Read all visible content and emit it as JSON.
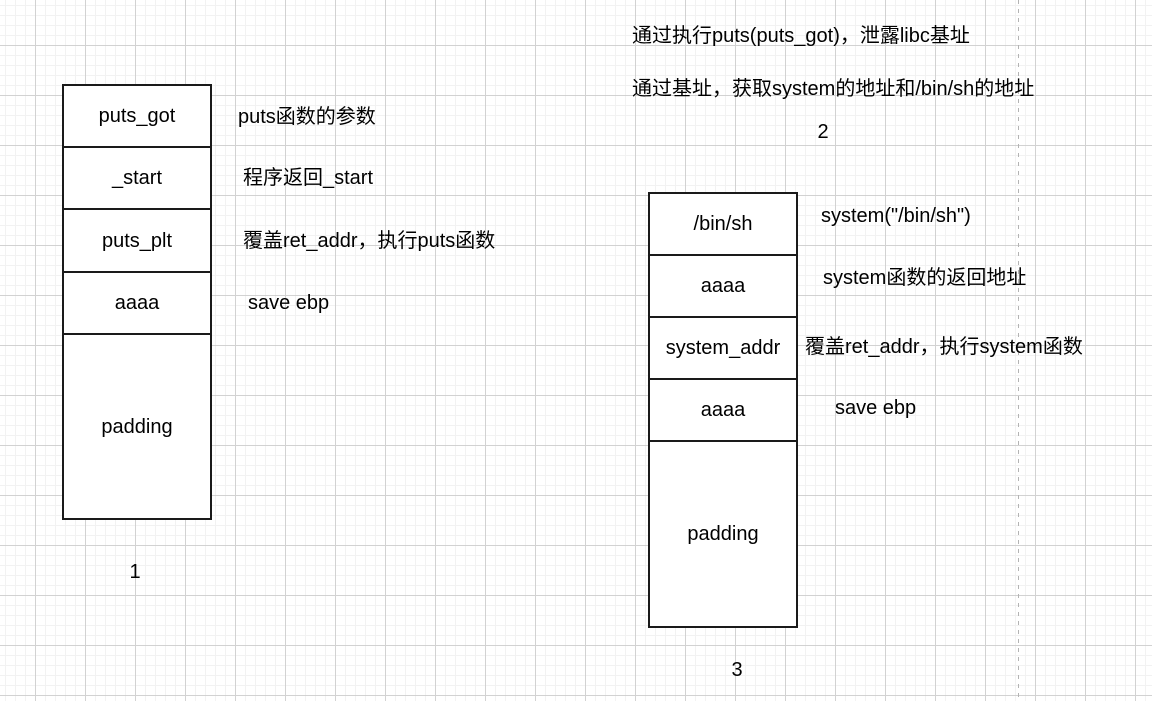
{
  "colors": {
    "background": "#ffffff",
    "grid_minor": "#f2f2f2",
    "grid_major": "#d2d2d2",
    "stroke": "#1a1a1a",
    "page_break": "#b3b3b3",
    "text": "#000000"
  },
  "stack1": {
    "caption": "1",
    "cells": [
      "puts_got",
      "_start",
      "puts_plt",
      "aaaa",
      "padding"
    ],
    "annotations": [
      "puts函数的参数",
      "程序返回_start",
      "覆盖ret_addr，执行puts函数",
      "save ebp"
    ]
  },
  "notes": {
    "caption": "2",
    "line1": "通过执行puts(puts_got)，泄露libc基址",
    "line2": "通过基址，获取system的地址和/bin/sh的地址"
  },
  "stack3": {
    "caption": "3",
    "cells": [
      "/bin/sh",
      "aaaa",
      "system_addr",
      "aaaa",
      "padding"
    ],
    "annotations": [
      "system(\"/bin/sh\")",
      "system函数的返回地址",
      "覆盖ret_addr，执行system函数",
      "save ebp"
    ]
  }
}
